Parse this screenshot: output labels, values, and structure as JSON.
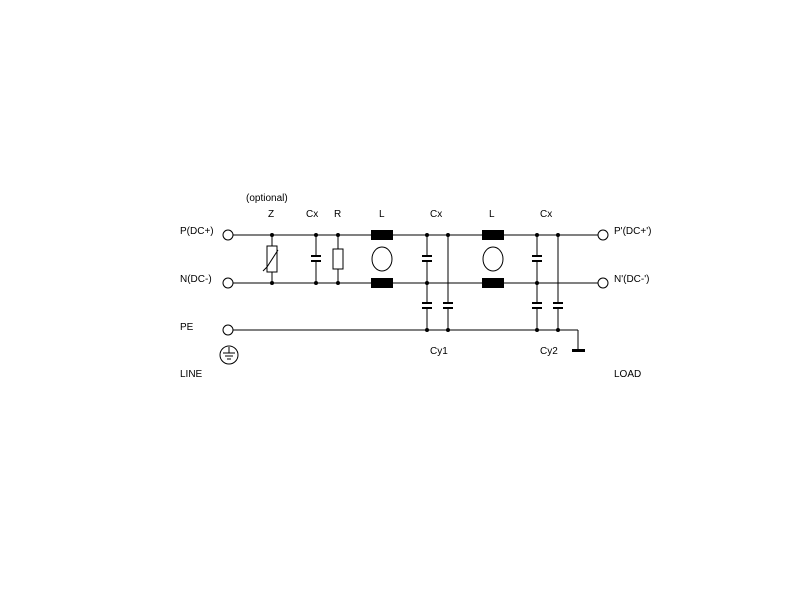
{
  "diagram": {
    "title": "",
    "terminals": {
      "p_in": "P(DC+)",
      "n_in": "N(DC-)",
      "pe": "PE",
      "p_out": "P'(DC+')",
      "n_out": "N'(DC-')"
    },
    "components": {
      "optional_note": "(optional)",
      "z": "Z",
      "cx1": "Cx",
      "r": "R",
      "l1": "L",
      "cx2": "Cx",
      "l2": "L",
      "cx3": "Cx",
      "cy1": "Cy1",
      "cy2": "Cy2"
    },
    "sides": {
      "line": "LINE",
      "load": "LOAD"
    }
  }
}
